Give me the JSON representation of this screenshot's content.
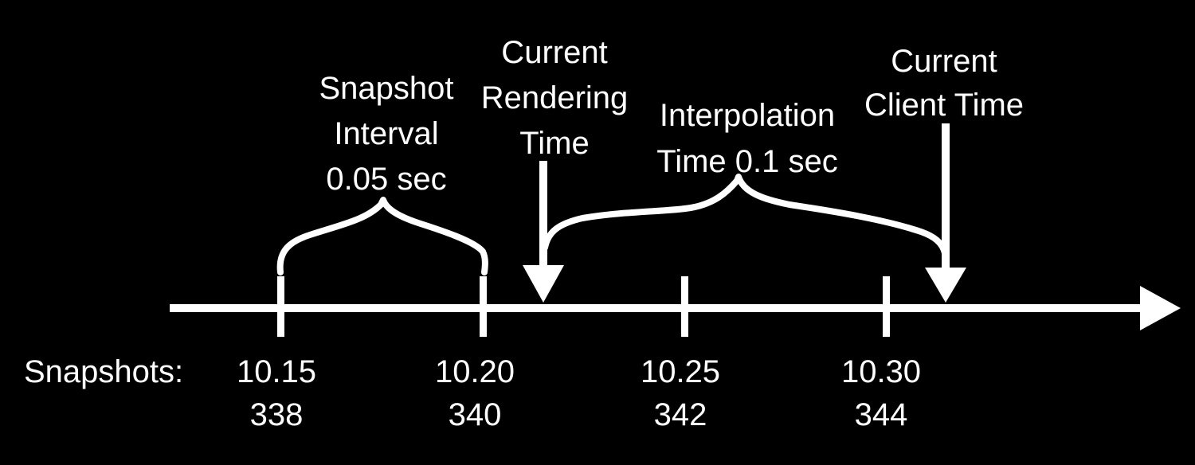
{
  "colors": {
    "background": "#000000",
    "foreground": "#ffffff"
  },
  "annotations": {
    "snapshot_interval": {
      "line1": "Snapshot",
      "line2": "Interval",
      "line3": "0.05 sec"
    },
    "current_rendering_time": {
      "line1": "Current",
      "line2": "Rendering",
      "line3": "Time"
    },
    "interpolation_time": {
      "line1": "Interpolation",
      "line2": "Time 0.1 sec"
    },
    "current_client_time": {
      "line1": "Current",
      "line2": "Client Time"
    }
  },
  "timeline": {
    "axis_label": "Snapshots:",
    "snapshots": [
      {
        "time": "10.15",
        "number": "338"
      },
      {
        "time": "10.20",
        "number": "340"
      },
      {
        "time": "10.25",
        "number": "342"
      },
      {
        "time": "10.30",
        "number": "344"
      }
    ]
  }
}
